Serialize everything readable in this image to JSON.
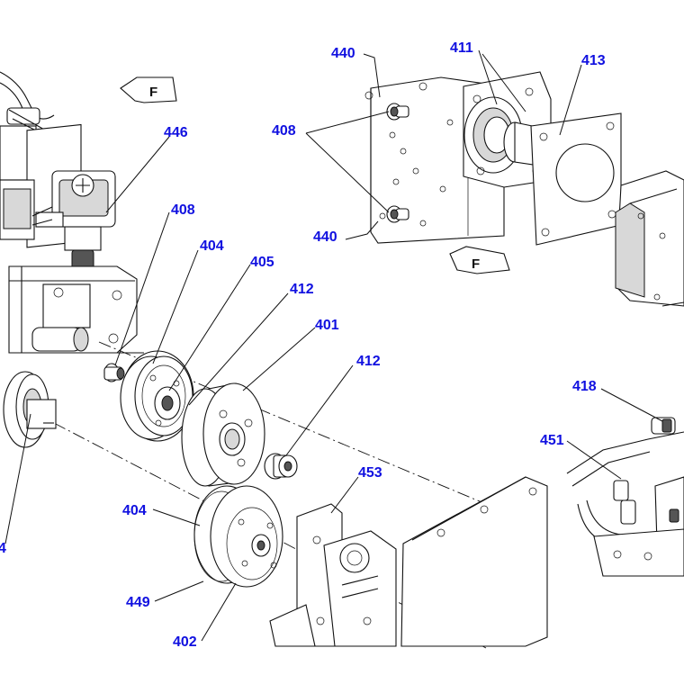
{
  "diagram": {
    "direction_marker_letter": "F",
    "callouts": {
      "c440a": "440",
      "c411": "411",
      "c413": "413",
      "c408a": "408",
      "c440b": "440",
      "c446": "446",
      "c408b": "408",
      "c404a": "404",
      "c405": "405",
      "c412a": "412",
      "c401": "401",
      "c412b": "412",
      "c418": "418",
      "c451": "451",
      "c453": "453",
      "c404b": "404",
      "c449": "449",
      "c402": "402",
      "c4cut": "4"
    },
    "colors": {
      "callout": "#1010e0",
      "line": "#111111",
      "background": "#ffffff"
    }
  }
}
